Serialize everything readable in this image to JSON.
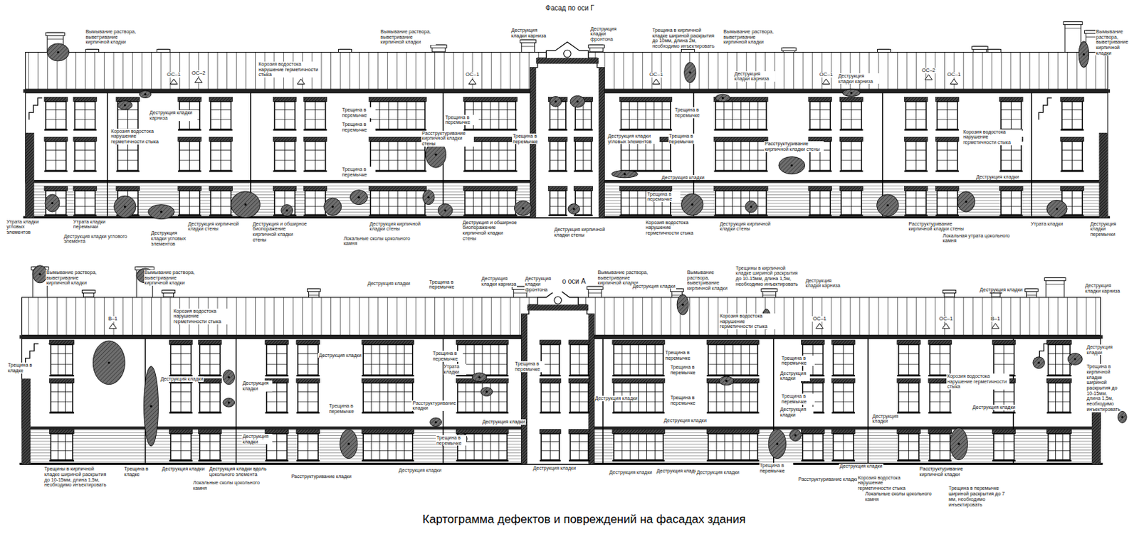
{
  "diagram": {
    "caption": "Картограмма дефектов и повреждений на фасадах здания",
    "labels": [
      "Фасад по оси Г",
      "Вымывание раствора, выветривание кирпичной кладки",
      "Вымывание раствора, выветривание кирпичной кладки",
      "Деструкция кладки карниза",
      "Деструкция кладки фронтона",
      "Трещина в кирпичной кладке шириной раскрытия до 10мм, длина 2м, необходимо инъектировать",
      "Вымывание раствора, выветривание кирпичной кладки",
      "Вымывание раствора, выветривание кирпичной кладки",
      "ОС–1",
      "ОС–2",
      "ОС–1",
      "ОС–1",
      "ОС–1",
      "ОС–1",
      "ОС–2",
      "ОС–1",
      "Корозия водостока нарушение герметичности стыка",
      "Деструкция кладки карниза",
      "Деструкция кладки карниза",
      "Деструкция кладки карниза",
      "Корозия водостока нарушение герметичности стыка",
      "Трещина в перемычке",
      "Трещина в перемычке",
      "Трещина в перемычке",
      "Расструктуривание кирпичной кладки стены",
      "Трещина в перемычке",
      "Трещина в перемычке",
      "Трещина в перемычке",
      "Деструкция кладки угловых элементов",
      "Трещина в перемычке",
      "Расструктуривание кирпичной кладки стены",
      "Корозия водостока нарушение герметичности стыка",
      "Деструкция кладки",
      "Деструкция кладки",
      "Трещина в перемычке",
      "Утрата кладки угловых элементов",
      "Утрата кладки перемычки",
      "Деструкция кладки углового элемента",
      "Деструкция кладки угловых элементов",
      "Деструкция кирпичной кладки стены",
      "Деструкция и обширное биопоражение кирпичной кладки стены",
      "Деструкция кирпичной кладки стены",
      "Локальные сколы цокольного камня",
      "Деструкция и обширное биопоражение кирпичной кладки стены",
      "Деструкция кирпичной кладки стены",
      "Корозия водостока нарушение герметичности стыка",
      "Деструкция кирпичной кладки стены",
      "Расструктуривание кирпичной кладки стены",
      "Утрата кладки",
      "Локальная утрата цокольного камня",
      "Деструкция кладки перемычки",
      "Фасад по оси А",
      "Вымывание раствора, выветривание кирпичной кладки",
      "Вымывание раствора, выветривание кирпичной кладки",
      "Деструкция кладки карниза",
      "Деструкция кладки фронтона",
      "Вымывание раствора, выветривание кирпичной кладки",
      "Деструкция кладки",
      "Вымывание раствора, выветривание кирпичной кладки",
      "Трещины в кирпичной кладке шириной раскрытия до 10-15мм, длина 1,5м, необходимо инъектировать",
      "Деструкция кладки карниза",
      "Деструкция кладки",
      "Трещина в перемычке",
      "Деструкция кладки",
      "Деструкция кладки карниза",
      "Корозия водостока нарушение герметичности стыка",
      "Корозия водостока нарушение герметичности стыка",
      "ОС–1",
      "ОС–1",
      "В–1",
      "В–1",
      "Трещина в кладке",
      "Деструкция кладки",
      "Деструкция кладки",
      "Деструкция кладки",
      "Трещина в перемычке",
      "Утрата кладки",
      "Трещина в перемычке",
      "Трещина в перемычке",
      "Расструктуривание кладки",
      "Деструкция кладки",
      "Трещина в перемычке",
      "Деструкция кладки",
      "Трещина в перемычке",
      "Деструкция кладки",
      "Трещина в перемычке",
      "Трещина в перемычке",
      "Деструкция кладки",
      "Трещина в перемычке",
      "Деструкция кладки",
      "Трещина в перемычке",
      "Деструкция кладки",
      "Деструкция кладки",
      "Корозия водостока нарушение герметичности стыка",
      "Деструкция кладки",
      "Деструкция кладки",
      "Трещина в кирпичной кладке шириной раскрытия до 10-15мм, длина 1,5м, необходимо инъектировать",
      "Трещины в кирпичной кладке шириной раскрытия до 10-15мм, длина 1,5м, необходимо инъектировать",
      "Трещина в кладке",
      "Деструкция кладки",
      "Деструкция кладки вдоль цокольного элемента",
      "Локальные сколы цокольного камня",
      "Расструктуривание кладки",
      "Деструкция кладки",
      "Деструкция кладки",
      "Деструкция кладки",
      "Деструкция кладки",
      "Деструкция кладки",
      "Трещина в перемычке",
      "Расструктуривание кладки",
      "Деструкция кладки",
      "Корозия водостока нарушение герметичности стыка",
      "Расструктуривание кирпичной кладки",
      "Локальные сколы цокольного камня",
      "Трещина в перемычке шириной раскрытия до 7 мм, необходимо инъектировать"
    ]
  }
}
